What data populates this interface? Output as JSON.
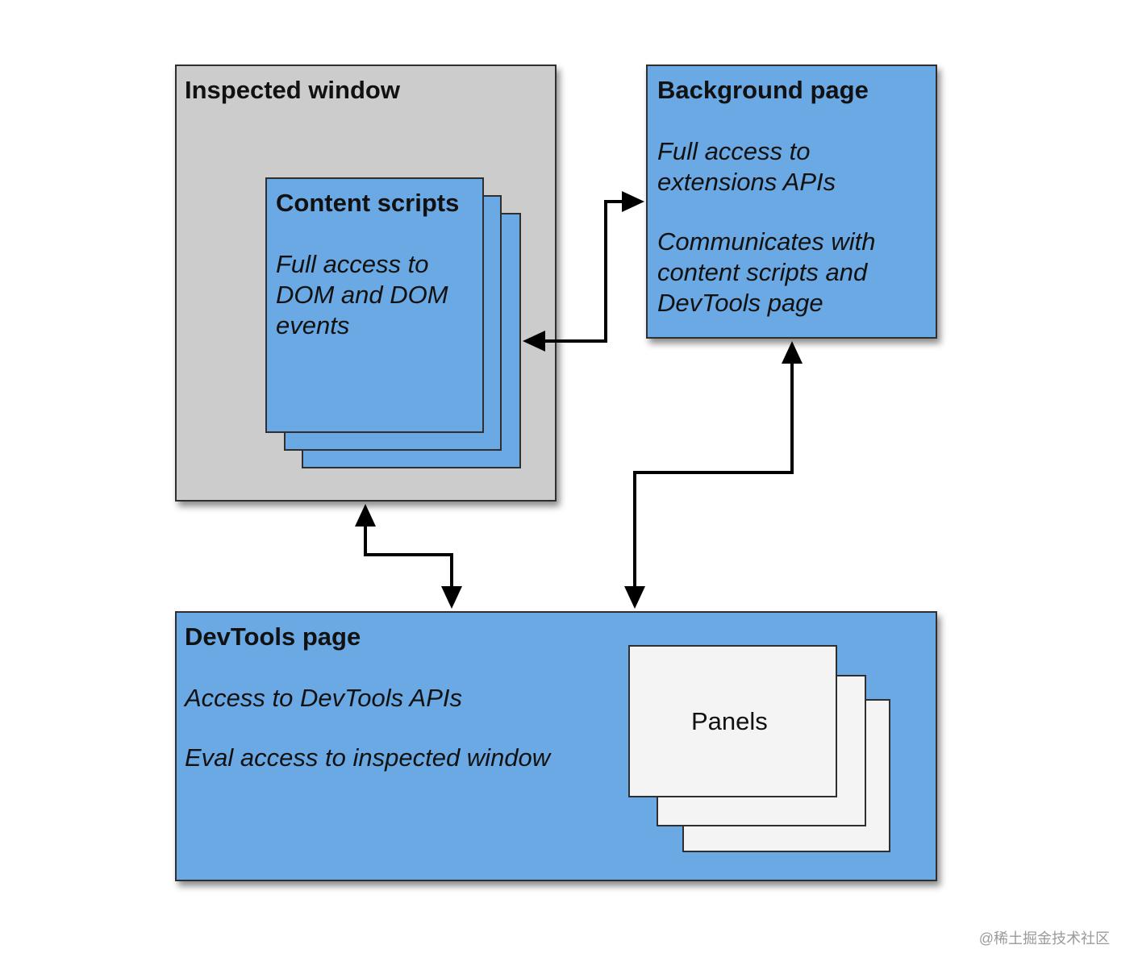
{
  "inspected_window": {
    "title": "Inspected window"
  },
  "content_scripts": {
    "title": "Content scripts",
    "description": "Full access to\nDOM and DOM\nevents"
  },
  "background_page": {
    "title": "Background page",
    "description_1": "Full access to\nextensions APIs",
    "description_2": "Communicates with\ncontent scripts and\nDevTools page"
  },
  "devtools_page": {
    "title": "DevTools page",
    "description_1": "Access to DevTools APIs",
    "description_2": "Eval access to inspected window"
  },
  "panels": {
    "label": "Panels"
  },
  "watermark": "@稀土掘金技术社区",
  "colors": {
    "blue_fill": "#6aa9e4",
    "gray_fill": "#cccccc",
    "panel_fill": "#f4f4f4"
  }
}
